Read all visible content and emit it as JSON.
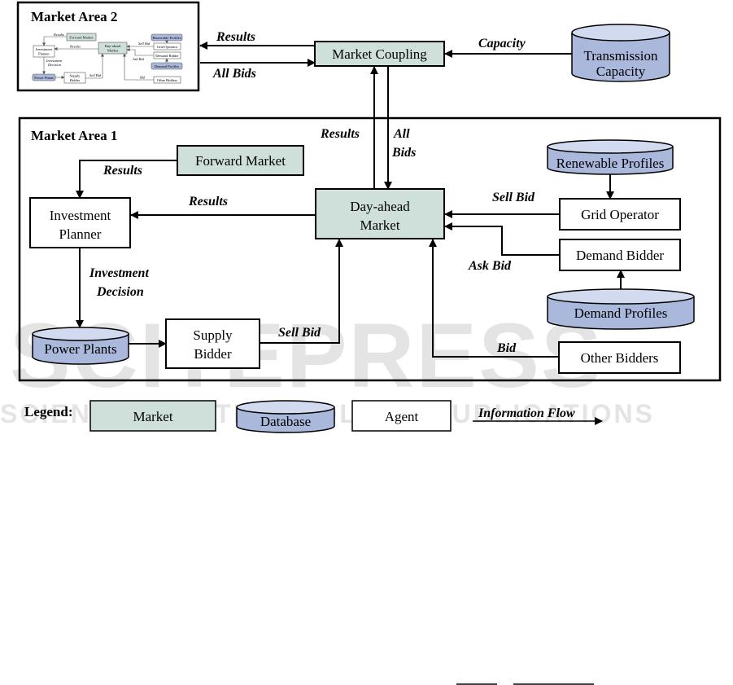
{
  "watermark": {
    "main": "SCITEPRESS",
    "sub": "SCIENCE AND TECHNOLOGY PUBLICATIONS"
  },
  "colors": {
    "market_fill": "#cfe0da",
    "database_fill": "#aab8dc",
    "database_top": "#d2daf0",
    "agent_fill": "#ffffff",
    "stroke": "#000000"
  },
  "market_area_2": {
    "title": "Market Area 2",
    "mini": {
      "forward_market": "Forward Market",
      "investment_planner": [
        "Investment",
        "Planner"
      ],
      "day_ahead": [
        "Day-ahead",
        "Market"
      ],
      "renewable_profiles": "Renewable Profiles",
      "grid_operator": "Grid Operator",
      "demand_bidder": "Demand Bidder",
      "demand_profiles": "Demand Profiles",
      "other_bidders": "Other Bidders",
      "power_plants": "Power Plants",
      "supply_bidder": [
        "Supply",
        "Bidder"
      ],
      "flows": {
        "results_fwd": "Results",
        "results_da": "Results",
        "investment_decision": [
          "Investment",
          "Decision"
        ],
        "sell_bid_supply": "Sell Bid",
        "sell_bid_grid": "Sell Bid",
        "ask_bid": "Ask Bid",
        "bid": "Bid"
      }
    }
  },
  "top": {
    "market_coupling": "Market Coupling",
    "transmission_capacity": [
      "Transmission",
      "Capacity"
    ],
    "flows": {
      "results": "Results",
      "all_bids": "All Bids",
      "capacity": "Capacity"
    }
  },
  "market_area_1": {
    "title": "Market Area 1",
    "nodes": {
      "forward_market": "Forward Market",
      "investment_planner": [
        "Investment",
        "Planner"
      ],
      "day_ahead_market": [
        "Day-ahead",
        "Market"
      ],
      "renewable_profiles": "Renewable Profiles",
      "grid_operator": "Grid Operator",
      "demand_bidder": "Demand Bidder",
      "demand_profiles": "Demand Profiles",
      "other_bidders": "Other Bidders",
      "power_plants": "Power Plants",
      "supply_bidder": [
        "Supply",
        "Bidder"
      ]
    },
    "flows": {
      "results_up": "Results",
      "all_bids_down": [
        "All",
        "Bids"
      ],
      "results_forward": "Results",
      "results_day_ahead": "Results",
      "investment_decision": [
        "Investment",
        "Decision"
      ],
      "sell_bid_supply": "Sell Bid",
      "sell_bid_grid": "Sell Bid",
      "ask_bid": "Ask Bid",
      "bid_other": "Bid"
    }
  },
  "legend": {
    "title": "Legend:",
    "market": "Market",
    "database": "Database",
    "agent": "Agent",
    "information_flow": "Information Flow"
  }
}
